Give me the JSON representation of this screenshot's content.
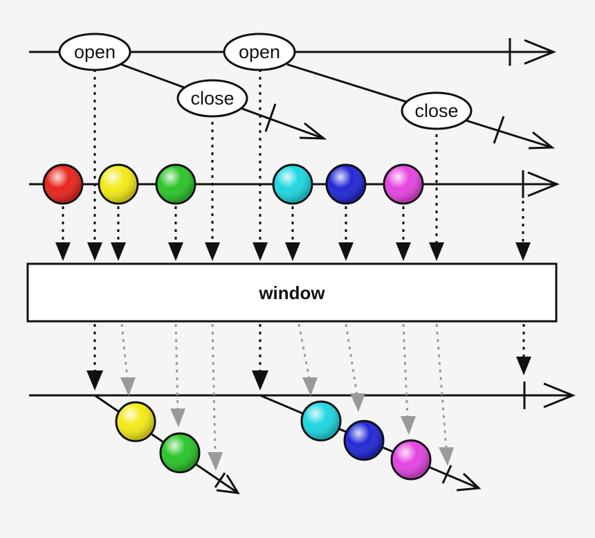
{
  "operator": {
    "label": "window"
  },
  "openings": [
    {
      "label": "open"
    },
    {
      "label": "open"
    }
  ],
  "closings": [
    {
      "label": "close"
    },
    {
      "label": "close"
    }
  ],
  "source_marbles": [
    {
      "color": "#e8251d"
    },
    {
      "color": "#f2ea18"
    },
    {
      "color": "#2cc52a"
    },
    {
      "color": "#1fd6e0"
    },
    {
      "color": "#2328d6"
    },
    {
      "color": "#e445e0"
    }
  ],
  "windows": [
    {
      "marbles": [
        {
          "color": "#f2ea18"
        },
        {
          "color": "#2cc52a"
        }
      ]
    },
    {
      "marbles": [
        {
          "color": "#1fd6e0"
        },
        {
          "color": "#2328d6"
        },
        {
          "color": "#e445e0"
        }
      ]
    }
  ]
}
